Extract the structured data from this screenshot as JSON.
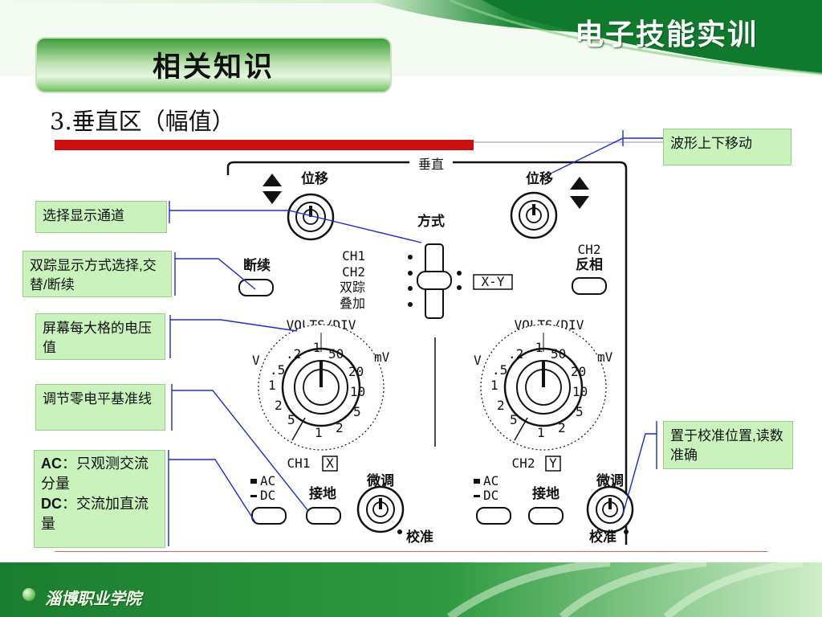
{
  "header": {
    "course_title": "电子技能实训",
    "topic_title": "相关知识",
    "section_heading": "3.垂直区（幅值）"
  },
  "panel": {
    "title": "垂直",
    "position_label_left": "位移",
    "position_label_right": "位移",
    "mode_title": "方式",
    "mode_options": [
      "CH1",
      "CH2",
      "双踪",
      "叠加"
    ],
    "xy_label": "X-Y",
    "chop_label": "断续",
    "ch2_label": "CH2",
    "invert_label": "反相",
    "volts_div_left": "VOLTS/DIV",
    "volts_div_right": "VOLTS/DIV",
    "dial_v_label": "V",
    "dial_mv_label": "mV",
    "dial_labels": [
      ".2",
      ".1",
      "50",
      ".5",
      "20",
      "1",
      "10",
      "2",
      "5",
      "5",
      "1",
      "2"
    ],
    "ch1_label": "CH1",
    "ch1_axis": "X",
    "ch2_label_bottom": "CH2",
    "ch2_axis": "Y",
    "ac_label": "AC",
    "dc_label": "DC",
    "gnd_label_left": "接地",
    "gnd_label_right": "接地",
    "fine_label_left": "微调",
    "fine_label_right": "微调",
    "cal_label_left": "校准",
    "cal_label_right": "校准"
  },
  "callouts": {
    "shift": "波形上下移动",
    "channel": "选择显示通道",
    "dual": "双踪显示方式选择,交替/断续",
    "volts": "屏幕每大格的电压值",
    "zero": "调节零电平基准线",
    "cal": "置于校准位置,读数准确",
    "acdc": {
      "ac_head": "AC",
      "ac_text": "：只观测交流分量",
      "dc_head": "DC",
      "dc_text": "：交流加直流量"
    }
  },
  "footer": {
    "school_name": "淄博职业学院"
  },
  "colors": {
    "header_green": "#0d7a2c",
    "callout_bg": "#c9f2bd",
    "red_rule": "#cc0f0f",
    "leader_line": "#1c2bd6"
  }
}
